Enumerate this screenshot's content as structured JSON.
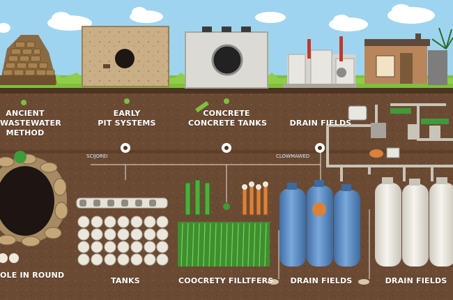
{
  "labels": {
    "ancient_line1": "ANCIENT",
    "ancient_line2": "WASTEWATER",
    "ancient_line3": "METHOD",
    "early_line1": "EARLY",
    "early_line2": "PIT SYSTEMS",
    "concrete_line1": "CONCRETE",
    "concrete_line2": "CONCRETE TANKS",
    "drain_fields_top": "DRAIN FIELDS",
    "small_tag_1": "SCIJOREI",
    "small_tag_2": "CLOWMAWED",
    "hole_in_ground": "OLE IN ROUND",
    "tanks": "TANKS",
    "filters": "COOCRETY FILLTFERS",
    "drain_fields_mid": "DRAIN FIELDS",
    "drain_fields_right": "DRAIN FIELDS"
  },
  "colors": {
    "sky": "#9fd4ef",
    "soil": "#6b4a33",
    "soil_dark": "#4d3322",
    "grass": "#7fbf3f",
    "tank_blue": "#5b8fc8",
    "tank_white": "#e9e6dd",
    "pipe": "#c8c4b8",
    "accent_orange": "#d9823b",
    "accent_green": "#3f9a3a"
  }
}
